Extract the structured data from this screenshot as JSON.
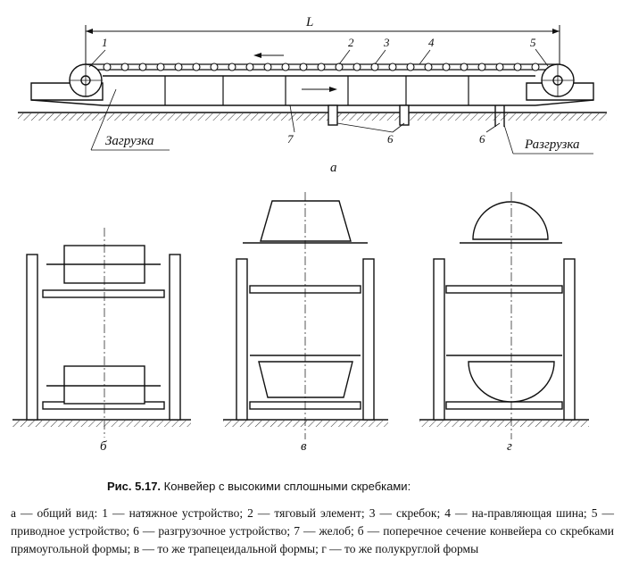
{
  "figure": {
    "view_label": "а",
    "length_label": "L",
    "numbers": {
      "n1": "1",
      "n2": "2",
      "n3": "3",
      "n4": "4",
      "n5": "5",
      "n6a": "6",
      "n6b": "6",
      "n7": "7"
    },
    "loading_label": "Загрузка",
    "unloading_label": "Разгрузка",
    "section_labels": {
      "b": "б",
      "v": "в",
      "g": "г"
    }
  },
  "caption": {
    "number": "Рис. 5.17.",
    "title": "Конвейер с высокими сплошными скребками:"
  },
  "legend": {
    "l1": "а — общий вид: ",
    "l2": "1 — натяжное устройство; ",
    "l3": "2 — тяговый элемент; ",
    "l4": "3 — скребок; ",
    "l5": "4 — на-правляющая шина; ",
    "l6": "5 — приводное устройство; ",
    "l7": "6 — разгрузочное устройство; ",
    "l8": "7 — желоб; ",
    "l9": "б — поперечное сечение конвейера со скребками прямоугольной формы; ",
    "l10": "в — то же трапецеидальной формы; ",
    "l11": "г — то же полукруглой формы"
  }
}
